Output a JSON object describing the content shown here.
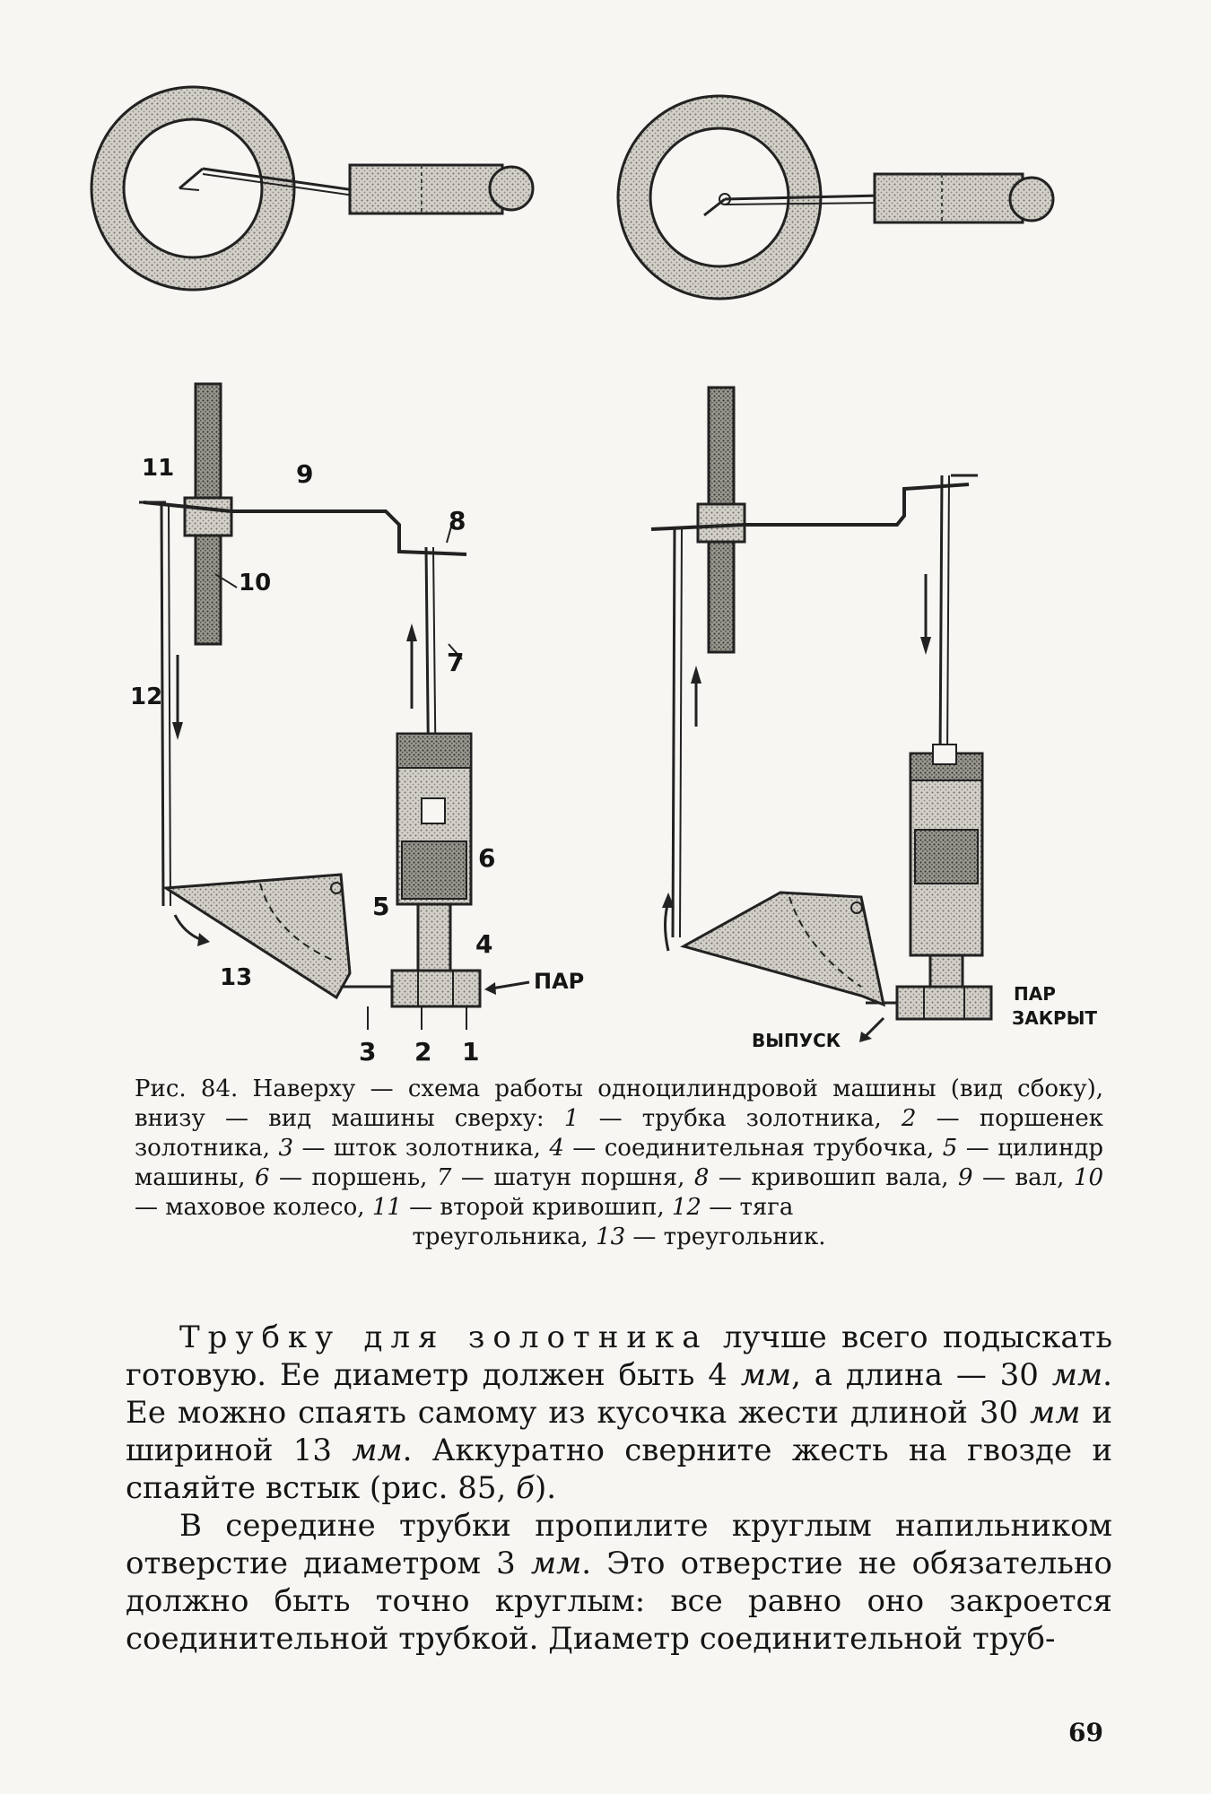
{
  "figure": {
    "left_labels": {
      "n1": "1",
      "n2": "2",
      "n3": "3",
      "n4": "4",
      "n5": "5",
      "n6": "6",
      "n7": "7",
      "n8": "8",
      "n9": "9",
      "n10": "10",
      "n11": "11",
      "n12": "12",
      "n13": "13",
      "steam": "ПАР"
    },
    "right_labels": {
      "steam_closed_1": "ПАР",
      "steam_closed_2": "ЗАКРЫТ",
      "exhaust": "ВЫПУСК"
    }
  },
  "caption": {
    "lead": "Рис. 84. Наверху — схема работы одноцилиндровой машины (вид сбоку), внизу — вид машины сверху: ",
    "items": [
      {
        "num": "1",
        "text": " — трубка золотника, "
      },
      {
        "num": "2",
        "text": " — поршенек золотника, "
      },
      {
        "num": "3",
        "text": " — шток золотника, "
      },
      {
        "num": "4",
        "text": " — соединительная трубочка, "
      },
      {
        "num": "5",
        "text": " — цилиндр машины, "
      },
      {
        "num": "6",
        "text": " — поршень, "
      },
      {
        "num": "7",
        "text": " — шатун поршня, "
      },
      {
        "num": "8",
        "text": " — кривошип вала, "
      },
      {
        "num": "9",
        "text": " — вал, "
      },
      {
        "num": "10",
        "text": " — маховое колесо, "
      },
      {
        "num": "11",
        "text": " — второй кривошип, "
      },
      {
        "num": "12",
        "text": " — тяга"
      }
    ],
    "last_line_pre": "треугольника, ",
    "last_num": "13",
    "last_line_post": " — треугольник."
  },
  "body": {
    "p1_spaced": "Трубку для золотника",
    "p1_a": " лучше всего подыскать готовую. Ее диаметр должен быть 4 ",
    "unit_mm": "мм",
    "p1_b": ", а длина — 30 ",
    "p1_c": ". Ее можно спаять самому из кусочка жести длиной 30 ",
    "p1_d": " и шириной 13 ",
    "p1_e": ". Аккуратно сверните жесть на гвозде и спаяйте встык (рис. 85, ",
    "p1_fig": "б",
    "p1_f": ").",
    "p2_a": "В середине трубки пропилите круглым напильником отверстие диаметром 3 ",
    "p2_b": ". Это отверстие не обязательно должно быть точно круглым: все равно оно закроется соединительной трубкой. Диаметр соединительной труб-"
  },
  "page_number": "69"
}
